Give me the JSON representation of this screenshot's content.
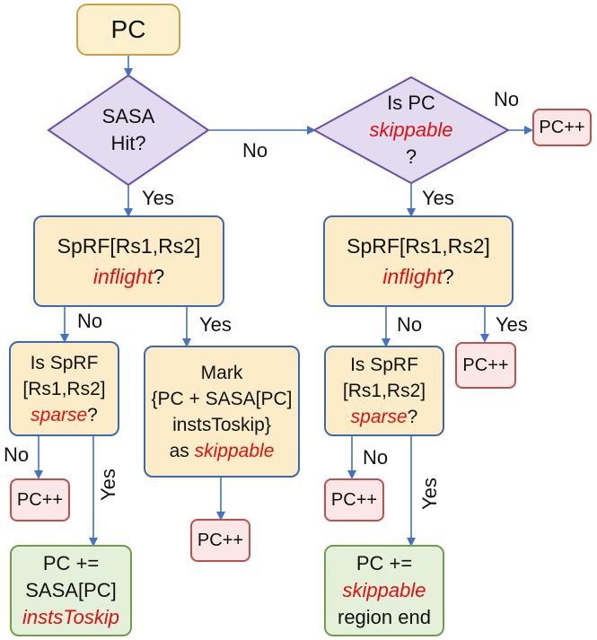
{
  "nodes": {
    "pc": "PC",
    "sasa_hit": [
      "SASA",
      "Hit?"
    ],
    "is_pc_skippable": {
      "line1": "Is PC",
      "emph": "skippable",
      "line3": "?"
    },
    "left_inflight": {
      "line1": "SpRF[Rs1,Rs2]",
      "emph": "inflight",
      "suffix": "?"
    },
    "right_inflight": {
      "line1": "SpRF[Rs1,Rs2]",
      "emph": "inflight",
      "suffix": "?"
    },
    "left_sparse": {
      "line1": "Is SpRF",
      "line2": "[Rs1,Rs2]",
      "emph": "sparse",
      "suffix": "?"
    },
    "right_sparse": {
      "line1": "Is SpRF",
      "line2": "[Rs1,Rs2]",
      "emph": "sparse",
      "suffix": "?"
    },
    "mark": {
      "line1": "Mark",
      "line2": "{PC + SASA[PC]",
      "line3": "instsToskip}",
      "line4_prefix": "as ",
      "line4_emph": "skippable"
    },
    "pc_inc": "PC++",
    "left_final": {
      "line1": "PC +=",
      "line2": "SASA[PC]",
      "emph": "instsToskip"
    },
    "right_final": {
      "line1": "PC +=",
      "emph": "skippable",
      "line3": "region end"
    }
  },
  "labels": {
    "yes": "Yes",
    "no": "No"
  }
}
